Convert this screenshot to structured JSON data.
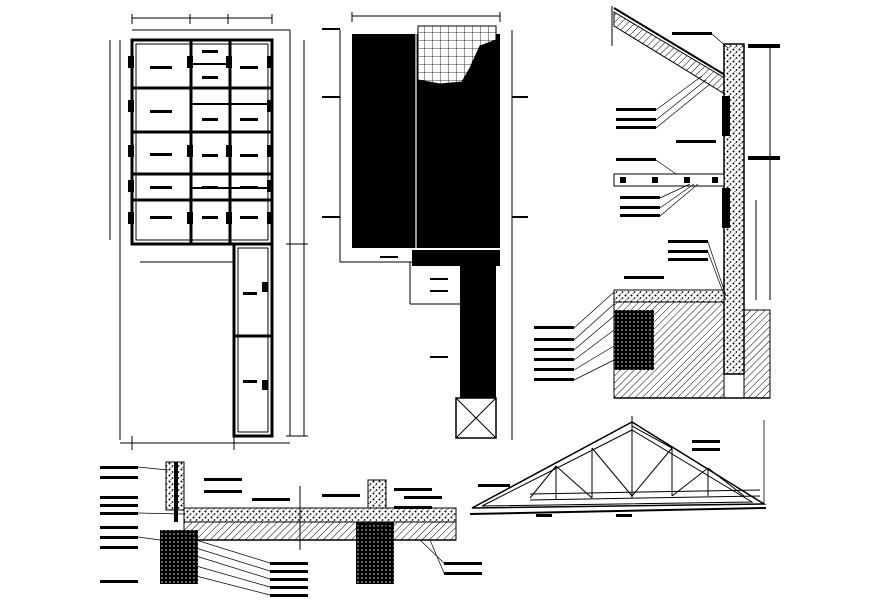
{
  "drawing": {
    "kind": "architectural-cad-sheet",
    "background_color": "#ffffff",
    "ink_color": "#000000",
    "visible_text": [],
    "views": [
      {
        "id": "floor-plan",
        "description_visible": false
      },
      {
        "id": "foundation-plan",
        "description_visible": false
      },
      {
        "id": "wall-section",
        "description_visible": false
      },
      {
        "id": "footing-section",
        "description_visible": false
      },
      {
        "id": "roof-truss-elevation",
        "description_visible": false
      }
    ]
  }
}
